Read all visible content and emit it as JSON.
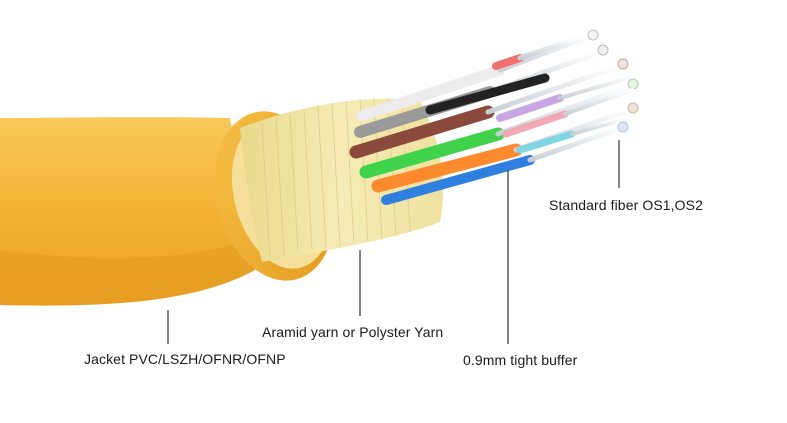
{
  "labels": {
    "standard_fiber": "Standard fiber OS1,OS2",
    "aramid_yarn": "Aramid yarn or Polyster Yarn",
    "jacket": "Jacket PVC/LSZH/OFNR/OFNP",
    "tight_buffer": "0.9mm tight buffer"
  },
  "colors": {
    "jacket": "#F7B63A",
    "aramid": "#F3E3A0",
    "buffer_white": "#ECECEC",
    "buffer_grey": "#9A9A9A",
    "buffer_brown": "#8B4A3C",
    "buffer_green": "#3FD24A",
    "buffer_orange": "#FF8A2E",
    "buffer_blue": "#2F7FE0",
    "leader_line": "#333333"
  }
}
